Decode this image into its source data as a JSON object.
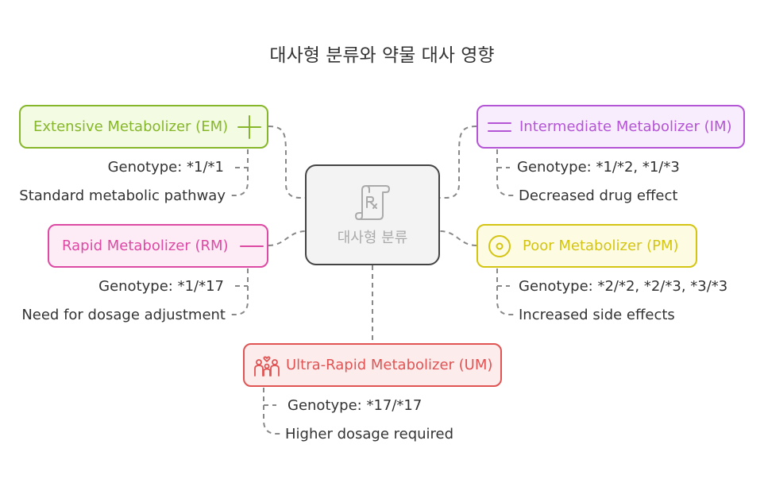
{
  "title": "대사형 분류와 약물 대사 영향",
  "center": {
    "label": "대사형 분류",
    "icon": "prescription-scroll-icon"
  },
  "nodes": {
    "em": {
      "label": "Extensive Metabolizer (EM)",
      "icon": "plus-icon",
      "color": "#86b72a",
      "fill": "#f4fbe3",
      "genotype": "Genotype: *1/*1",
      "effect": "Standard metabolic pathway"
    },
    "im": {
      "label": "Intermediate Metabolizer (IM)",
      "icon": "equals-icon",
      "color": "#b455d6",
      "fill": "#f8edfc",
      "genotype": "Genotype: *1/*2, *1/*3",
      "effect": "Decreased drug effect"
    },
    "rm": {
      "label": "Rapid Metabolizer (RM)",
      "icon": "minus-icon",
      "color": "#dd4aa3",
      "fill": "#fdebf6",
      "genotype": "Genotype: *1/*17",
      "effect": "Need for dosage adjustment"
    },
    "pm": {
      "label": "Poor Metabolizer (PM)",
      "icon": "target-circle-icon",
      "color": "#d4c414",
      "fill": "#fdfbe2",
      "genotype": "Genotype: *2/*2, *2/*3, *3/*3",
      "effect": "Increased side effects"
    },
    "um": {
      "label": "Ultra-Rapid Metabolizer (UM)",
      "icon": "family-group-icon",
      "color": "#e05454",
      "fill": "#fdecec",
      "genotype": "Genotype: *17/*17",
      "effect": "Higher dosage required"
    }
  },
  "connector_color": "#888888",
  "text_color": "#333333"
}
